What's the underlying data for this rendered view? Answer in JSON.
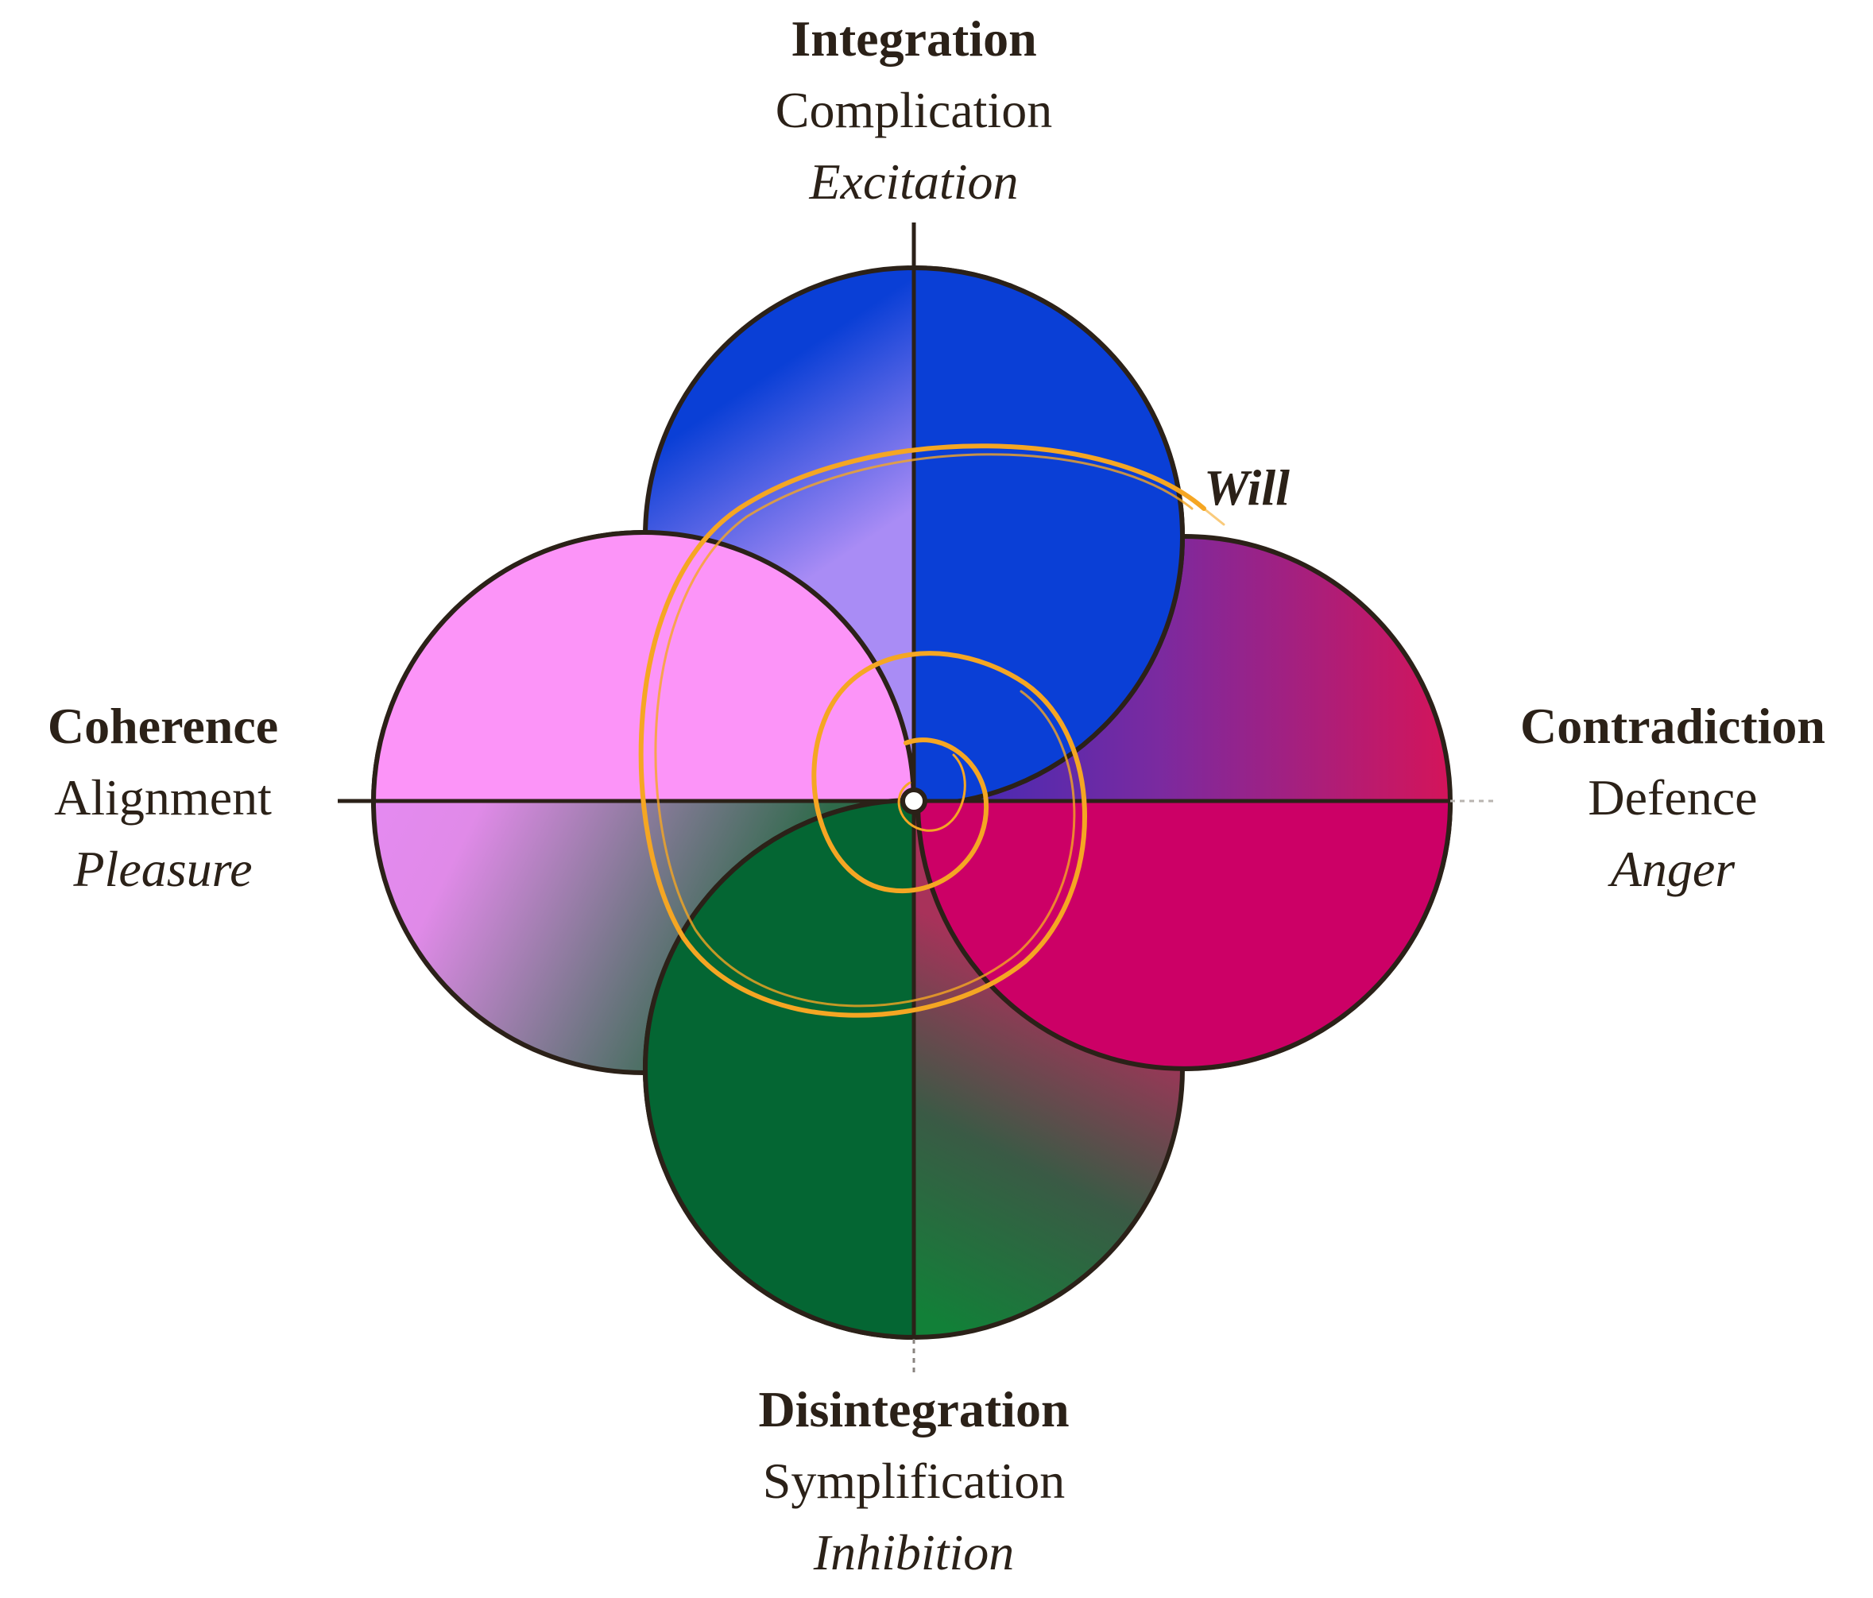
{
  "colors": {
    "background": "#ffffff",
    "outline": "#2b2118",
    "axis": "#2b2118",
    "top_circle": "#0a3fd6",
    "top_circle_fade": "#a98cf5",
    "right_circle": "#cc0066",
    "right_circle_fade": "#6a2aa8",
    "bottom_circle": "#046633",
    "bottom_circle_fade": "#8a3a55",
    "left_circle": "#fc94f8",
    "left_circle_fade": "#4f7a66",
    "spiral": "#f5a623"
  },
  "labels": {
    "top": {
      "bold": "Integration",
      "regular": "Complication",
      "italic": "Excitation"
    },
    "right": {
      "bold": "Contradiction",
      "regular": "Defence",
      "italic": "Anger"
    },
    "bottom": {
      "bold": "Disintegration",
      "regular": "Symplification",
      "italic": "Inhibition"
    },
    "left": {
      "bold": "Coherence",
      "regular": "Alignment",
      "italic": "Pleasure"
    },
    "spiral": "Will"
  },
  "icons": {
    "center": "center-point-icon",
    "spiral": "spiral-icon"
  }
}
